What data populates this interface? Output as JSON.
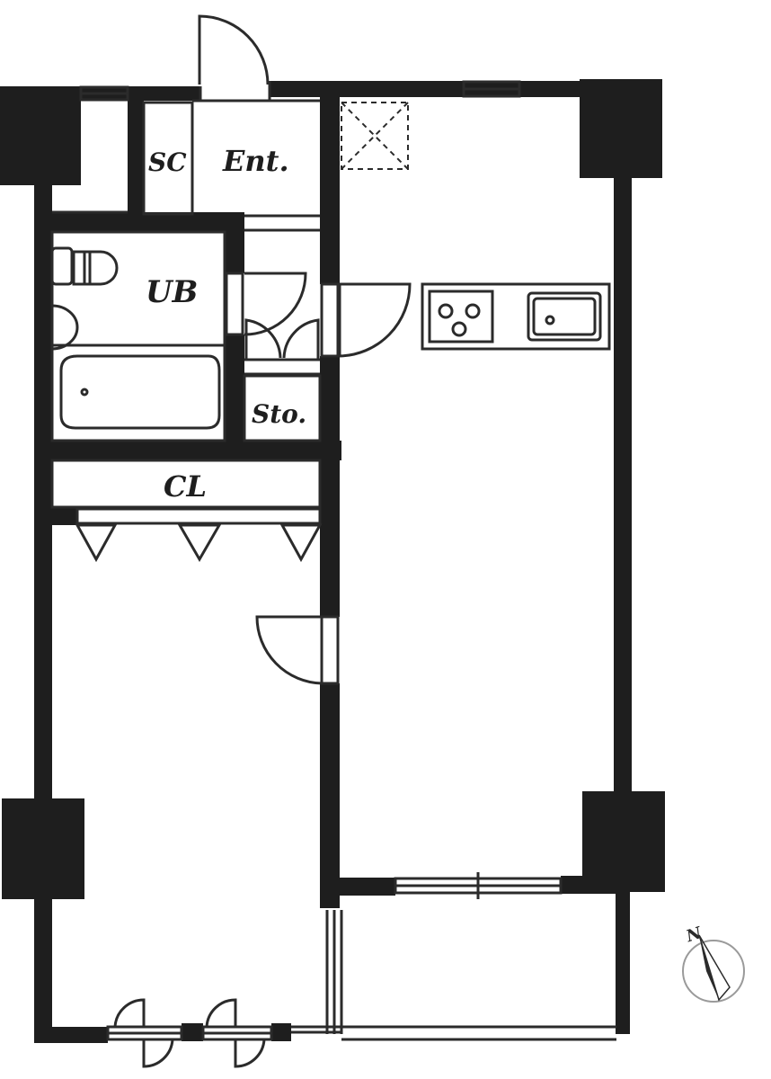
{
  "rooms": {
    "sc": "SC",
    "ent": "Ent.",
    "ub": "UB",
    "sto": "Sto.",
    "cl": "CL"
  },
  "compass": {
    "north": "N"
  },
  "colors": {
    "wall": "#1e1e1e",
    "line": "#2b2b2b",
    "paper": "#ffffff"
  },
  "icons": [
    "door-swing-icon",
    "sliding-window-icon",
    "toilet-icon",
    "bathtub-icon",
    "stove-icon",
    "sink-icon",
    "compass-icon"
  ]
}
